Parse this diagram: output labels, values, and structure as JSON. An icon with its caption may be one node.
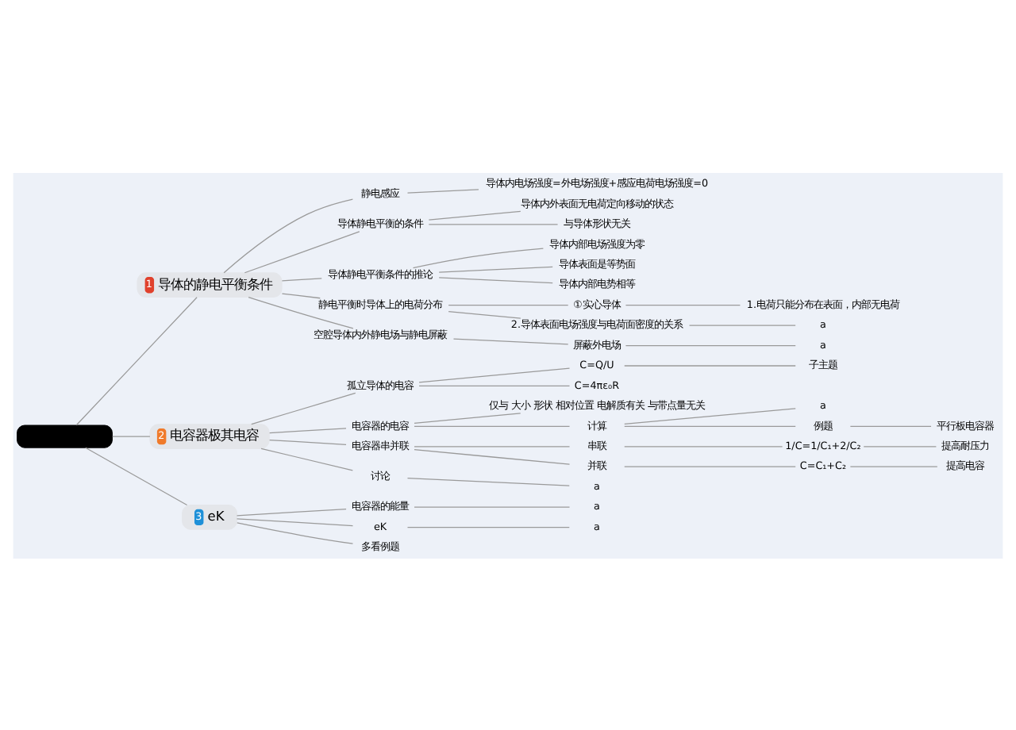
{
  "diagram": {
    "nodes": [
      {
        "text": [],
        "shape": "box"
      },
      {
        "text": [
          "1",
          "导体的静电平衡条件"
        ]
      },
      {
        "text": [
          "静电感应"
        ]
      },
      {
        "text": [
          "导体内电场强度=外电场强度+感应电荷电场强度=0"
        ]
      },
      {
        "text": [
          "导体静电平衡的条件"
        ]
      },
      {
        "text": [
          "导体内外表面无电荷定向移动的状态"
        ]
      },
      {
        "text": [
          "与导体形状无关"
        ]
      },
      {
        "text": [
          "导体静电平衡条件的推论"
        ]
      },
      {
        "text": [
          "导体内部电场强度为零"
        ]
      },
      {
        "text": [
          "导体表面是等势面"
        ]
      },
      {
        "text": [
          "导体内部电势相等"
        ]
      },
      {
        "text": [
          "静电平衡时导体上的电荷分布"
        ]
      },
      {
        "text": [
          "①实心导体"
        ]
      },
      {
        "text": [
          "1.电荷只能分布在表面，内部无电荷"
        ]
      },
      {
        "text": [
          "2.导体表面电场强度与电荷面密度的关系"
        ]
      },
      {
        "text": [
          "a"
        ]
      },
      {
        "text": [
          "空腔导体内外静电场与静电屏蔽"
        ]
      },
      {
        "text": [
          "屏蔽外电场"
        ]
      },
      {
        "text": [
          "a"
        ]
      },
      {
        "text": [
          "2",
          "电容器极其电容"
        ]
      },
      {
        "text": [
          "孤立导体的电容"
        ]
      },
      {
        "text": [
          "C=Q/U"
        ]
      },
      {
        "text": [
          "子主题"
        ]
      },
      {
        "text": [
          "C=4πε₀R"
        ]
      },
      {
        "text": [
          "电容器的电容"
        ]
      },
      {
        "text": [
          "仅与 大小 形状 相对位置 电解质有关 与带点量无关"
        ]
      },
      {
        "text": [
          "计算"
        ]
      },
      {
        "text": [
          "a"
        ]
      },
      {
        "text": [
          "例题"
        ]
      },
      {
        "text": [
          "平行板电容器"
        ]
      },
      {
        "text": [
          "电容器串并联"
        ]
      },
      {
        "text": [
          "串联"
        ]
      },
      {
        "text": [
          "1/C=1/C₁+2/C₂"
        ]
      },
      {
        "text": [
          "提高耐压力"
        ]
      },
      {
        "text": [
          "并联"
        ]
      },
      {
        "text": [
          "C=C₁+C₂"
        ]
      },
      {
        "text": [
          "提高电容"
        ]
      },
      {
        "text": [
          "讨论"
        ]
      },
      {
        "text": [
          "a"
        ]
      },
      {
        "text": [
          "3",
          "eK"
        ]
      },
      {
        "text": [
          "电容器的能量"
        ]
      },
      {
        "text": [
          "a"
        ]
      },
      {
        "text": [
          "eK"
        ]
      },
      {
        "text": [
          "a"
        ]
      },
      {
        "text": [
          "多看例题"
        ]
      }
    ],
    "edges": [
      {
        "from": 0,
        "to": 1,
        "arrow": "none"
      },
      {
        "from": 1,
        "to": 2,
        "arrow": "none"
      },
      {
        "from": 2,
        "to": 3,
        "arrow": "none"
      },
      {
        "from": 1,
        "to": 4,
        "arrow": "none"
      },
      {
        "from": 4,
        "to": 5,
        "arrow": "none"
      },
      {
        "from": 4,
        "to": 6,
        "arrow": "none"
      },
      {
        "from": 1,
        "to": 7,
        "arrow": "none"
      },
      {
        "from": 7,
        "to": 8,
        "arrow": "none"
      },
      {
        "from": 7,
        "to": 9,
        "arrow": "none"
      },
      {
        "from": 7,
        "to": 10,
        "arrow": "none"
      },
      {
        "from": 1,
        "to": 11,
        "arrow": "none"
      },
      {
        "from": 11,
        "to": 12,
        "arrow": "none"
      },
      {
        "from": 12,
        "to": 13,
        "arrow": "none"
      },
      {
        "from": 11,
        "to": 14,
        "arrow": "none"
      },
      {
        "from": 14,
        "to": 15,
        "arrow": "none"
      },
      {
        "from": 1,
        "to": 16,
        "arrow": "none"
      },
      {
        "from": 16,
        "to": 17,
        "arrow": "none"
      },
      {
        "from": 17,
        "to": 18,
        "arrow": "none"
      },
      {
        "from": 0,
        "to": 19,
        "arrow": "none"
      },
      {
        "from": 19,
        "to": 20,
        "arrow": "none"
      },
      {
        "from": 20,
        "to": 21,
        "arrow": "none"
      },
      {
        "from": 21,
        "to": 22,
        "arrow": "none"
      },
      {
        "from": 20,
        "to": 23,
        "arrow": "none"
      },
      {
        "from": 19,
        "to": 24,
        "arrow": "none"
      },
      {
        "from": 24,
        "to": 25,
        "arrow": "none"
      },
      {
        "from": 24,
        "to": 26,
        "arrow": "none"
      },
      {
        "from": 26,
        "to": 27,
        "arrow": "none"
      },
      {
        "from": 26,
        "to": 28,
        "arrow": "none"
      },
      {
        "from": 28,
        "to": 29,
        "arrow": "none"
      },
      {
        "from": 19,
        "to": 30,
        "arrow": "none"
      },
      {
        "from": 30,
        "to": 31,
        "arrow": "none"
      },
      {
        "from": 31,
        "to": 32,
        "arrow": "none"
      },
      {
        "from": 32,
        "to": 33,
        "arrow": "none"
      },
      {
        "from": 30,
        "to": 34,
        "arrow": "none"
      },
      {
        "from": 34,
        "to": 35,
        "arrow": "none"
      },
      {
        "from": 35,
        "to": 36,
        "arrow": "none"
      },
      {
        "from": 19,
        "to": 37,
        "arrow": "none"
      },
      {
        "from": 37,
        "to": 38,
        "arrow": "none"
      },
      {
        "from": 0,
        "to": 39,
        "arrow": "none"
      },
      {
        "from": 39,
        "to": 40,
        "arrow": "none"
      },
      {
        "from": 40,
        "to": 41,
        "arrow": "none"
      },
      {
        "from": 39,
        "to": 42,
        "arrow": "none"
      },
      {
        "from": 42,
        "to": 43,
        "arrow": "none"
      },
      {
        "from": 39,
        "to": 44,
        "arrow": "none"
      }
    ]
  }
}
